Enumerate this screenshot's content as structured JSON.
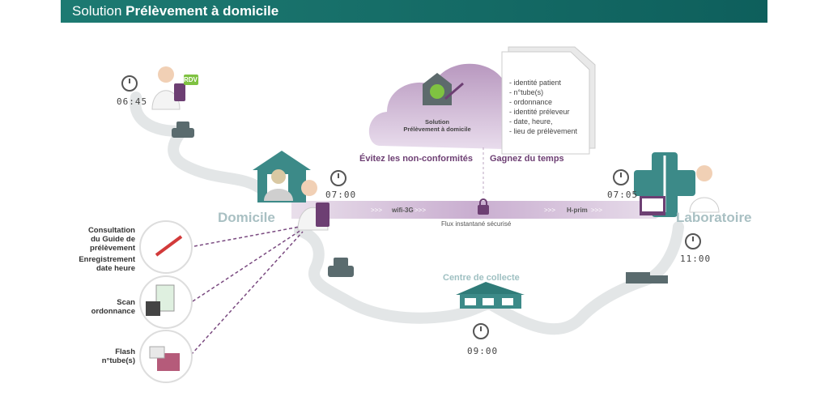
{
  "header": {
    "prefix": "Solution",
    "title": "Prélèvement à domicile"
  },
  "times": {
    "t1": "06:45",
    "t2": "07:00",
    "t3": "07:05",
    "t4": "11:00",
    "t5": "09:00"
  },
  "places": {
    "home": "Domicile",
    "lab": "Laboratoire",
    "center": "Centre de collecte"
  },
  "badges": {
    "rdv": "RDV"
  },
  "cloud": {
    "title_line1": "Solution",
    "title_line2": "Prélèvement à domicile"
  },
  "document": {
    "items": [
      "- identité patient",
      "- n°tube(s)",
      "- ordonnance",
      "- identité préleveur",
      "- date, heure,",
      "- lieu de prélèvement"
    ]
  },
  "benefits": {
    "left": "Évitez les non-conformités",
    "right": "Gagnez du temps"
  },
  "flow": {
    "wifi": "wifi-3G",
    "flux": "Flux instantané sécurisé",
    "hprim": "H-prim",
    "arrows": ">>>"
  },
  "steps": [
    {
      "line1": "Consultation",
      "line2": "du Guide de",
      "line3": "prélèvement"
    },
    {
      "line1": "Enregistrement",
      "line2": "date heure"
    },
    {
      "line1": "Scan",
      "line2": "ordonnance"
    },
    {
      "line1": "Flash",
      "line2": "n°tube(s)"
    }
  ],
  "colors": {
    "teal": "#1d7a72",
    "purple": "#7a4a80",
    "road": "#e3e6e7",
    "grey": "#7b8a8c"
  }
}
